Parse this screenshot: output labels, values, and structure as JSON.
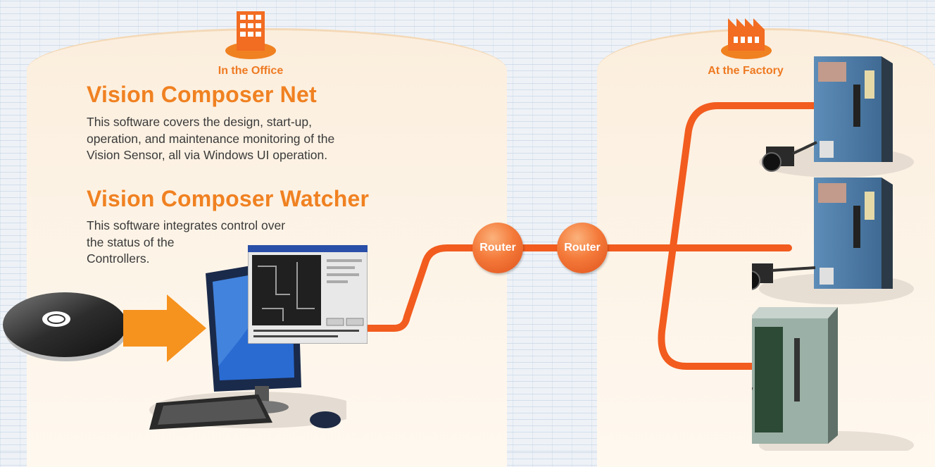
{
  "office": {
    "label": "In the Office",
    "product1": {
      "title": "Vision Composer Net",
      "desc_lines": [
        "This software covers the design, start-up,",
        "operation, and maintenance monitoring of the",
        "Vision Sensor, all via Windows UI operation."
      ]
    },
    "product2": {
      "title": "Vision Composer Watcher",
      "desc_lines": [
        "This software integrates control over",
        "the status of the",
        "Controllers."
      ]
    }
  },
  "factory": {
    "label": "At the Factory"
  },
  "routers": [
    "Router",
    "Router"
  ],
  "colors": {
    "accent": "#f08121",
    "line": "#f25c1e",
    "panel": "#fbeedd"
  },
  "icons": [
    "office-building-icon",
    "factory-icon",
    "cd-disc-icon",
    "arrow-right-icon",
    "computer-icon",
    "vision-controller-icon",
    "camera-icon"
  ]
}
